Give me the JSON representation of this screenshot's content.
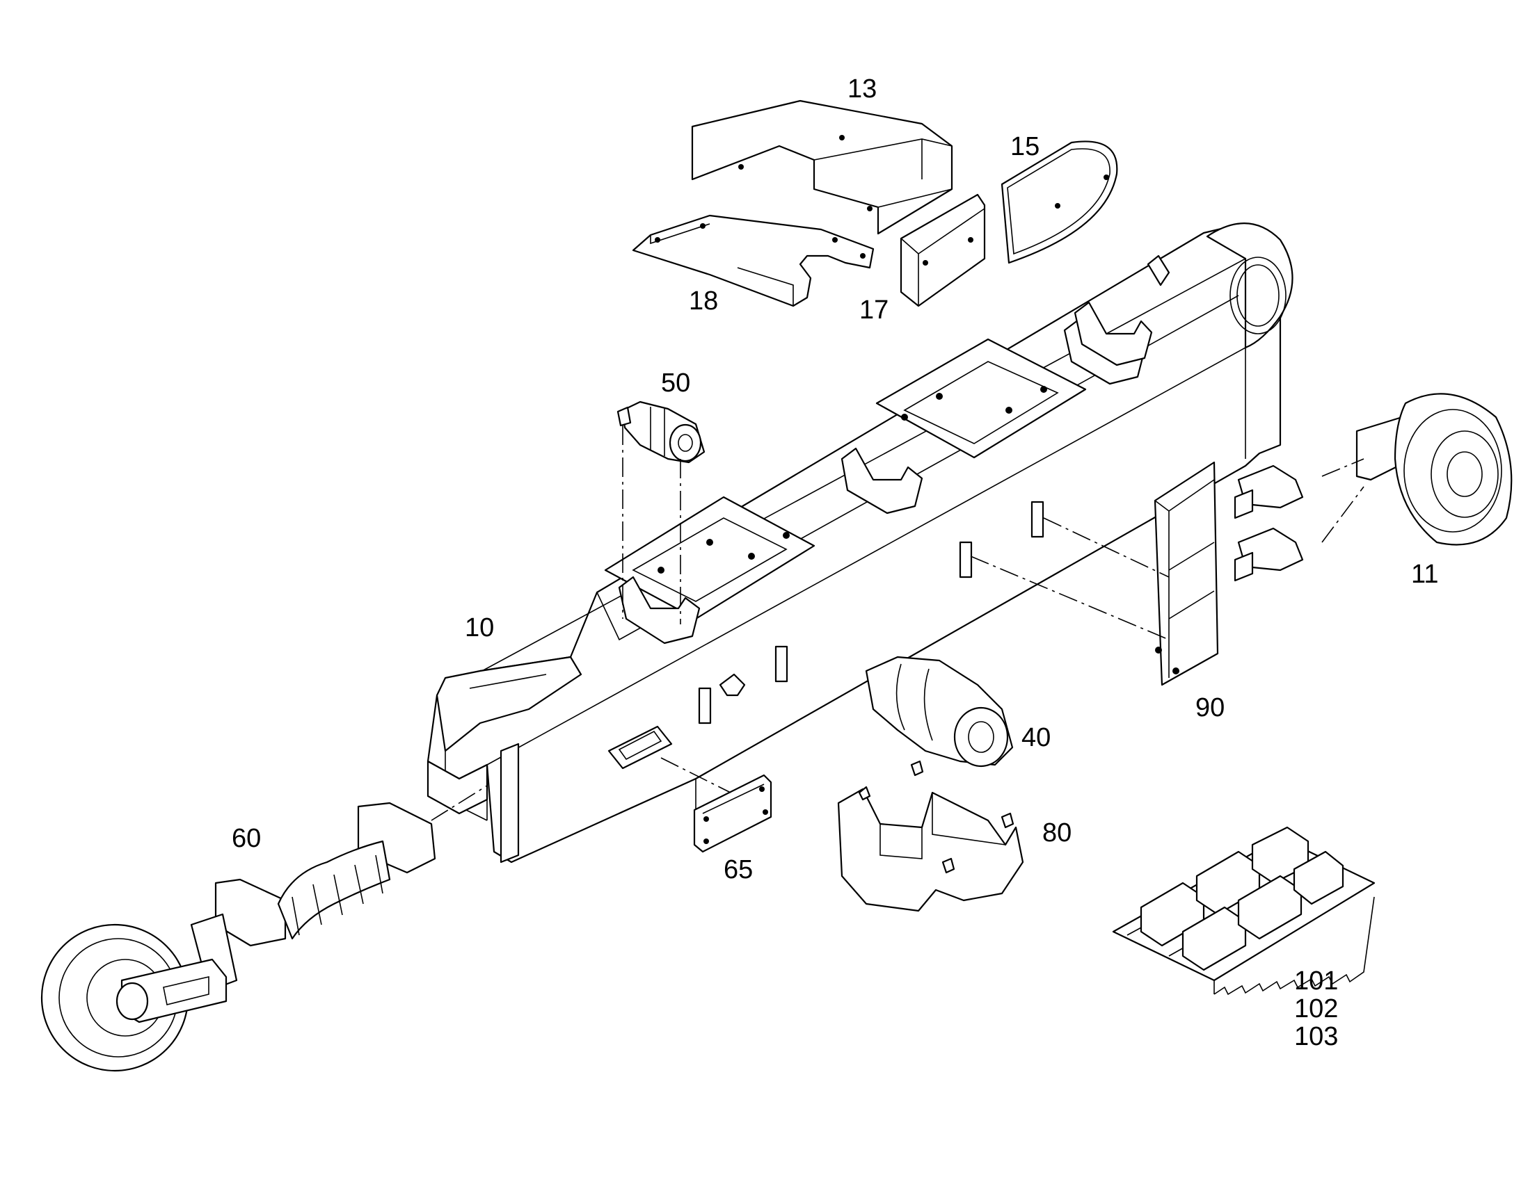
{
  "callouts": {
    "p13": "13",
    "p15": "15",
    "p18": "18",
    "p17": "17",
    "p50": "50",
    "p10": "10",
    "p11": "11",
    "p90": "90",
    "p40": "40",
    "p60": "60",
    "p65": "65",
    "p80": "80",
    "p101": "101",
    "p102": "102",
    "p103": "103"
  }
}
